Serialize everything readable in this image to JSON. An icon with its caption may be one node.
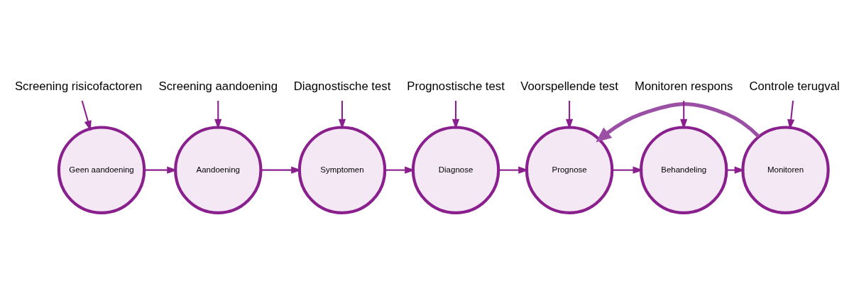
{
  "diagram": {
    "nodes": [
      {
        "text": [
          "Geen aandoening"
        ]
      },
      {
        "text": [
          "Aandoening"
        ]
      },
      {
        "text": [
          "Symptomen"
        ]
      },
      {
        "text": [
          "Diagnose"
        ]
      },
      {
        "text": [
          "Prognose"
        ]
      },
      {
        "text": [
          "Behandeling"
        ]
      },
      {
        "text": [
          "Monitoren"
        ]
      },
      {
        "text": [
          "Screening risicofactoren"
        ]
      },
      {
        "text": [
          "Screening aandoening"
        ]
      },
      {
        "text": [
          "Diagnostische test"
        ]
      },
      {
        "text": [
          "Prognostische test"
        ]
      },
      {
        "text": [
          "Voorspellende test"
        ]
      },
      {
        "text": [
          "Monitoren respons"
        ]
      },
      {
        "text": [
          "Controle terugval"
        ]
      }
    ],
    "edges": [
      {
        "from": 0,
        "to": 1,
        "arrow": "to"
      },
      {
        "from": 1,
        "to": 2,
        "arrow": "to"
      },
      {
        "from": 2,
        "to": 3,
        "arrow": "to"
      },
      {
        "from": 3,
        "to": 4,
        "arrow": "to"
      },
      {
        "from": 4,
        "to": 5,
        "arrow": "to"
      },
      {
        "from": 5,
        "to": 6,
        "arrow": "to"
      },
      {
        "from": 7,
        "to": 0,
        "arrow": "to"
      },
      {
        "from": 8,
        "to": 1,
        "arrow": "to"
      },
      {
        "from": 9,
        "to": 2,
        "arrow": "to"
      },
      {
        "from": 10,
        "to": 3,
        "arrow": "to"
      },
      {
        "from": 11,
        "to": 4,
        "arrow": "to"
      },
      {
        "from": 12,
        "to": 5,
        "arrow": "to"
      },
      {
        "from": 13,
        "to": 6,
        "arrow": "to"
      },
      {
        "from": 6,
        "to": 4,
        "arrow": "to",
        "style": "thick",
        "color": "#9b4fa5"
      }
    ]
  }
}
